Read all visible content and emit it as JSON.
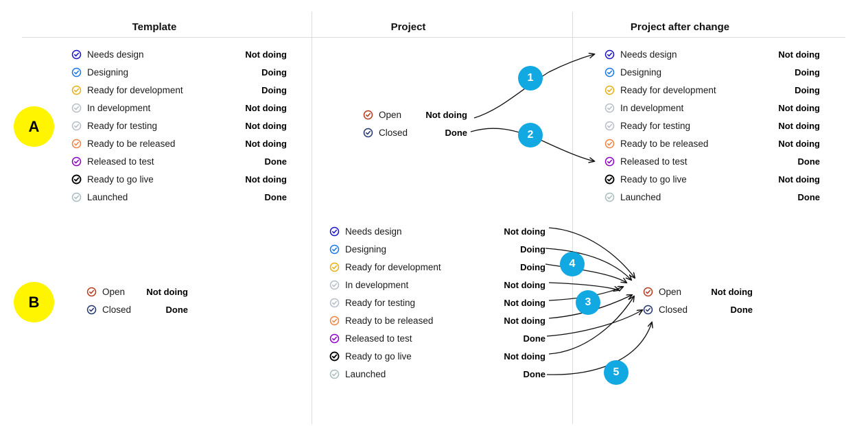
{
  "columns": [
    {
      "key": "template",
      "title": "Template"
    },
    {
      "key": "project",
      "title": "Project"
    },
    {
      "key": "project_after",
      "title": "Project after change"
    }
  ],
  "section_badges": [
    {
      "label": "A"
    },
    {
      "label": "B"
    }
  ],
  "numbered_badges": [
    {
      "label": "1"
    },
    {
      "label": "2"
    },
    {
      "label": "3"
    },
    {
      "label": "4"
    },
    {
      "label": "5"
    }
  ],
  "icon_colors": {
    "dark_blue": "#1A14C8",
    "blue": "#1878E8",
    "yellow": "#E8B014",
    "grey": "#B7BEC9",
    "orange": "#F08344",
    "purple": "#8E00C8",
    "black": "#000000",
    "grey_green": "#A9BDBD",
    "red": "#B53A1E",
    "navy": "#22356E"
  },
  "accent": {
    "badge_blue": "#12A9E3",
    "badge_yellow": "#FFF500",
    "divider": "#dcdcdc"
  },
  "template_statuses": [
    {
      "icon": "check-circle-icon",
      "color": "dark_blue",
      "name": "Needs design",
      "value": "Not doing"
    },
    {
      "icon": "check-circle-icon",
      "color": "blue",
      "name": "Designing",
      "value": "Doing"
    },
    {
      "icon": "check-circle-icon",
      "color": "yellow",
      "name": "Ready for development",
      "value": "Doing"
    },
    {
      "icon": "check-circle-icon",
      "color": "grey",
      "name": "In development",
      "value": "Not doing"
    },
    {
      "icon": "check-circle-icon",
      "color": "grey",
      "name": "Ready for testing",
      "value": "Not doing"
    },
    {
      "icon": "check-circle-icon",
      "color": "orange",
      "name": "Ready to be released",
      "value": "Not doing"
    },
    {
      "icon": "check-circle-icon",
      "color": "purple",
      "name": "Released to test",
      "value": "Done"
    },
    {
      "icon": "check-circle-icon",
      "color": "black",
      "name": "Ready to go live",
      "value": "Not doing"
    },
    {
      "icon": "check-circle-icon",
      "color": "grey_green",
      "name": "Launched",
      "value": "Done"
    }
  ],
  "project_top_statuses": [
    {
      "icon": "check-circle-icon",
      "color": "red",
      "name": "Open",
      "value": "Not doing"
    },
    {
      "icon": "check-circle-icon",
      "color": "navy",
      "name": "Closed",
      "value": "Done"
    }
  ],
  "project_bottom_statuses": [
    {
      "icon": "check-circle-icon",
      "color": "dark_blue",
      "name": "Needs design",
      "value": "Not doing"
    },
    {
      "icon": "check-circle-icon",
      "color": "blue",
      "name": "Designing",
      "value": "Doing"
    },
    {
      "icon": "check-circle-icon",
      "color": "yellow",
      "name": "Ready for development",
      "value": "Doing"
    },
    {
      "icon": "check-circle-icon",
      "color": "grey",
      "name": "In development",
      "value": "Not doing"
    },
    {
      "icon": "check-circle-icon",
      "color": "grey",
      "name": "Ready for testing",
      "value": "Not doing"
    },
    {
      "icon": "check-circle-icon",
      "color": "orange",
      "name": "Ready to be released",
      "value": "Not doing"
    },
    {
      "icon": "check-circle-icon",
      "color": "purple",
      "name": "Released to test",
      "value": "Done"
    },
    {
      "icon": "check-circle-icon",
      "color": "black",
      "name": "Ready to go live",
      "value": "Not doing"
    },
    {
      "icon": "check-circle-icon",
      "color": "grey_green",
      "name": "Launched",
      "value": "Done"
    }
  ],
  "after_top_statuses": [
    {
      "icon": "check-circle-icon",
      "color": "dark_blue",
      "name": "Needs design",
      "value": "Not doing"
    },
    {
      "icon": "check-circle-icon",
      "color": "blue",
      "name": "Designing",
      "value": "Doing"
    },
    {
      "icon": "check-circle-icon",
      "color": "yellow",
      "name": "Ready for development",
      "value": "Doing"
    },
    {
      "icon": "check-circle-icon",
      "color": "grey",
      "name": "In development",
      "value": "Not doing"
    },
    {
      "icon": "check-circle-icon",
      "color": "grey",
      "name": "Ready for testing",
      "value": "Not doing"
    },
    {
      "icon": "check-circle-icon",
      "color": "orange",
      "name": "Ready to be released",
      "value": "Not doing"
    },
    {
      "icon": "check-circle-icon",
      "color": "purple",
      "name": "Released to test",
      "value": "Done"
    },
    {
      "icon": "check-circle-icon",
      "color": "black",
      "name": "Ready to go live",
      "value": "Not doing"
    },
    {
      "icon": "check-circle-icon",
      "color": "grey_green",
      "name": "Launched",
      "value": "Done"
    }
  ],
  "after_bottom_statuses": [
    {
      "icon": "check-circle-icon",
      "color": "red",
      "name": "Open",
      "value": "Not doing"
    },
    {
      "icon": "check-circle-icon",
      "color": "navy",
      "name": "Closed",
      "value": "Done"
    }
  ]
}
